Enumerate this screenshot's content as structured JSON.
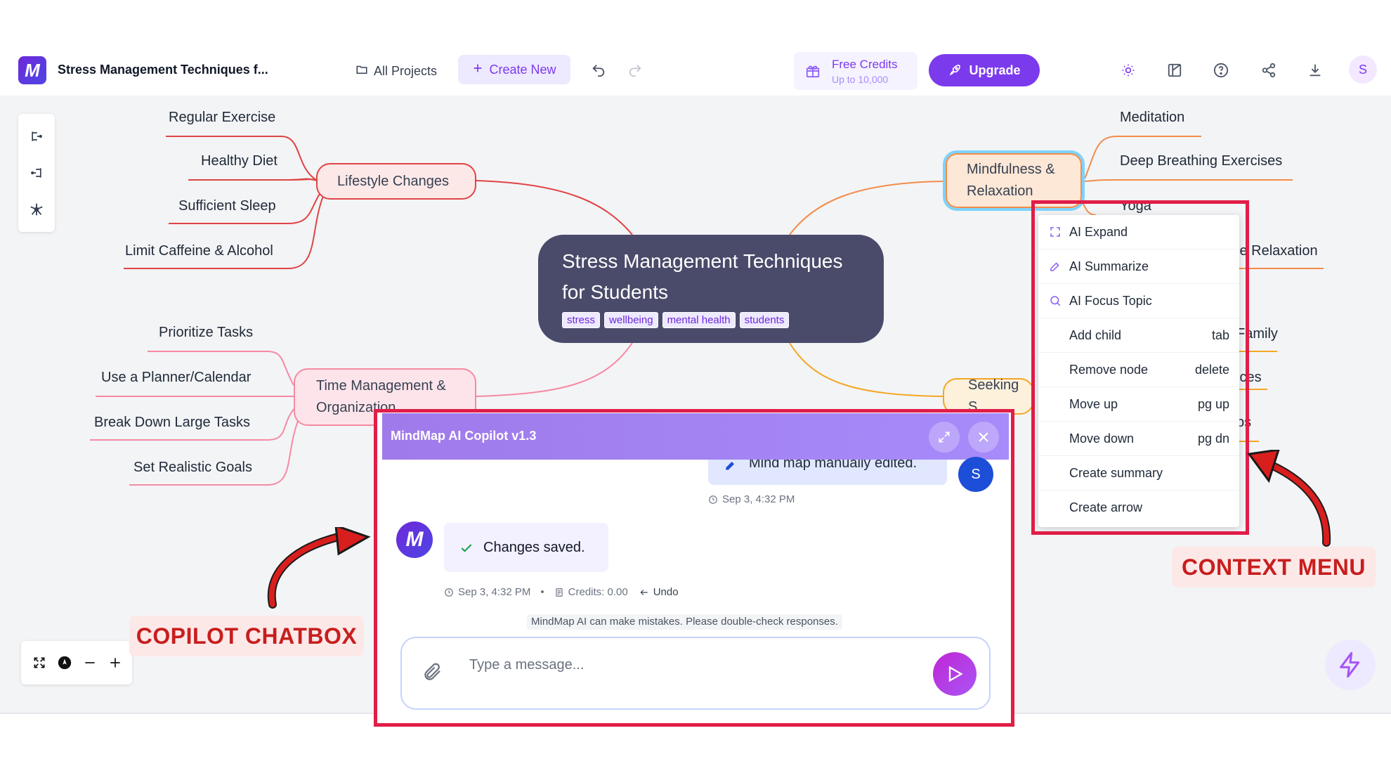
{
  "header": {
    "doc_title": "Stress Management Techniques f...",
    "all_projects": "All Projects",
    "create_new": "Create New",
    "credits_title": "Free Credits",
    "credits_sub": "Up to 10,000",
    "upgrade": "Upgrade",
    "avatar": "S"
  },
  "mindmap": {
    "root_title": "Stress Management Techniques for Students",
    "tags": [
      "stress",
      "wellbeing",
      "mental health",
      "students"
    ],
    "branches": {
      "lifestyle": "Lifestyle Changes",
      "time": "Time Management & Organization",
      "mindfulness": "Mindfulness & Relaxation",
      "seeking": "Seeking S"
    },
    "lifestyle_children": [
      "Regular Exercise",
      "Healthy Diet",
      "Sufficient Sleep",
      "Limit Caffeine & Alcohol"
    ],
    "time_children": [
      "Prioritize Tasks",
      "Use a Planner/Calendar",
      "Break Down Large Tasks",
      "Set Realistic Goals"
    ],
    "mindfulness_children": [
      "Meditation",
      "Deep Breathing Exercises",
      "Yoga",
      "le Relaxation"
    ],
    "seeking_children": [
      "Family",
      "ices",
      "ps"
    ]
  },
  "context_menu": {
    "items": [
      {
        "label": "AI Expand",
        "key": ""
      },
      {
        "label": "AI Summarize",
        "key": ""
      },
      {
        "label": "AI Focus Topic",
        "key": ""
      },
      {
        "label": "Add child",
        "key": "tab"
      },
      {
        "label": "Remove node",
        "key": "delete"
      },
      {
        "label": "Move up",
        "key": "pg up"
      },
      {
        "label": "Move down",
        "key": "pg dn"
      },
      {
        "label": "Create summary",
        "key": ""
      },
      {
        "label": "Create arrow",
        "key": ""
      }
    ]
  },
  "copilot": {
    "title": "MindMap AI Copilot v1.3",
    "user_message": "Mind map manually edited.",
    "user_avatar": "S",
    "user_time": "Sep 3, 4:32 PM",
    "ai_message": "Changes saved.",
    "ai_time": "Sep 3, 4:32 PM",
    "ai_credits": "Credits: 0.00",
    "undo": "Undo",
    "disclaimer": "MindMap AI can make mistakes. Please double-check responses.",
    "input_placeholder": "Type a message..."
  },
  "callouts": {
    "copilot": "COPILOT CHATBOX",
    "context": "CONTEXT MENU"
  },
  "colors": {
    "accent": "#7c3aed",
    "highlight": "#e11d48",
    "lifestyle": "#e04444",
    "time": "#f06b8a",
    "mindfulness": "#f28c4a",
    "seeking": "#f5a623",
    "root": "#4a4a6a"
  }
}
